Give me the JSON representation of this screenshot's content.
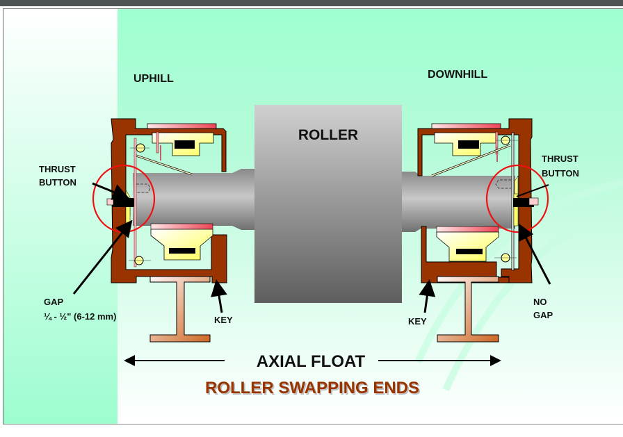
{
  "labels": {
    "uphill": "UPHILL",
    "downhill": "DOWNHILL",
    "roller": "ROLLER",
    "thrust_left_1": "THRUST",
    "thrust_left_2": "BUTTON",
    "thrust_right_1": "THRUST",
    "thrust_right_2": "BUTTON",
    "gap": "GAP",
    "gap_range": "¼ - ½\" (6-12 mm)",
    "key_left": "KEY",
    "key_right": "KEY",
    "no_gap_1": "NO",
    "no_gap_2": "GAP",
    "axial_float": "AXIAL FLOAT",
    "caption": "ROLLER SWAPPING ENDS"
  },
  "colors": {
    "housing": "#993300",
    "highlight_circle": "#ee1111",
    "caption": "#993300",
    "background_green": "#9fffd0"
  }
}
